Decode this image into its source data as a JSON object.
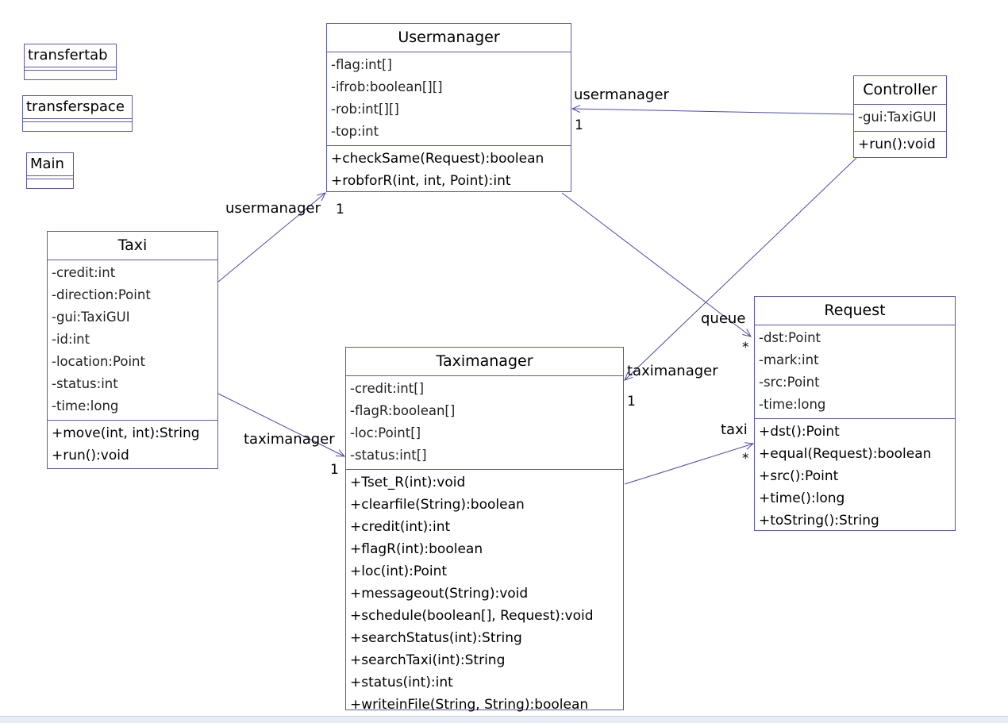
{
  "diagram": {
    "mini_classes": [
      {
        "id": "transfertab",
        "name": "transfertab"
      },
      {
        "id": "transferspace",
        "name": "transferspace"
      },
      {
        "id": "main",
        "name": "Main"
      }
    ],
    "classes": [
      {
        "id": "usermanager",
        "name": "Usermanager",
        "attributes": [
          "-flag:int[]",
          "-ifrob:boolean[][]",
          "-rob:int[][]",
          "-top:int"
        ],
        "operations": [
          "+checkSame(Request):boolean",
          "+robforR(int, int, Point):int"
        ]
      },
      {
        "id": "controller",
        "name": "Controller",
        "attributes": [
          "-gui:TaxiGUI"
        ],
        "operations": [
          "+run():void"
        ]
      },
      {
        "id": "taxi",
        "name": "Taxi",
        "attributes": [
          "-credit:int",
          "-direction:Point",
          "-gui:TaxiGUI",
          "-id:int",
          "-location:Point",
          "-status:int",
          "-time:long"
        ],
        "operations": [
          "+move(int, int):String",
          "+run():void"
        ]
      },
      {
        "id": "taximanager",
        "name": "Taximanager",
        "attributes": [
          "-credit:int[]",
          "-flagR:boolean[]",
          "-loc:Point[]",
          "-status:int[]"
        ],
        "operations": [
          "+Tset_R(int):void",
          "+clearfile(String):boolean",
          "+credit(int):int",
          "+flagR(int):boolean",
          "+loc(int):Point",
          "+messageout(String):void",
          "+schedule(boolean[], Request):void",
          "+searchStatus(int):String",
          "+searchTaxi(int):String",
          "+status(int):int",
          "+writeinFile(String, String):boolean"
        ]
      },
      {
        "id": "request",
        "name": "Request",
        "attributes": [
          "-dst:Point",
          "-mark:int",
          "-src:Point",
          "-time:long"
        ],
        "operations": [
          "+dst():Point",
          "+equal(Request):boolean",
          "+src():Point",
          "+time():long",
          "+toString():String"
        ]
      }
    ],
    "associations": [
      {
        "id": "ctrl-usermanager",
        "from": "controller",
        "to": "usermanager",
        "role": "usermanager",
        "multiplicity": "1"
      },
      {
        "id": "taxi-usermanager",
        "from": "taxi",
        "to": "usermanager",
        "role": "usermanager",
        "multiplicity": "1"
      },
      {
        "id": "taxi-taximanager",
        "from": "taxi",
        "to": "taximanager",
        "role": "taximanager",
        "multiplicity": "1"
      },
      {
        "id": "ctrl-taximanager",
        "from": "controller",
        "to": "taximanager",
        "role": "taximanager",
        "multiplicity": "1"
      },
      {
        "id": "usermanager-request",
        "from": "usermanager",
        "to": "request",
        "role": "queue",
        "multiplicity": "*"
      },
      {
        "id": "taximanager-request",
        "from": "taximanager",
        "to": "request",
        "role": "taxi",
        "multiplicity": "*"
      }
    ],
    "colors": {
      "line": "#4a4ab0",
      "border": "#5a5aa8"
    }
  }
}
